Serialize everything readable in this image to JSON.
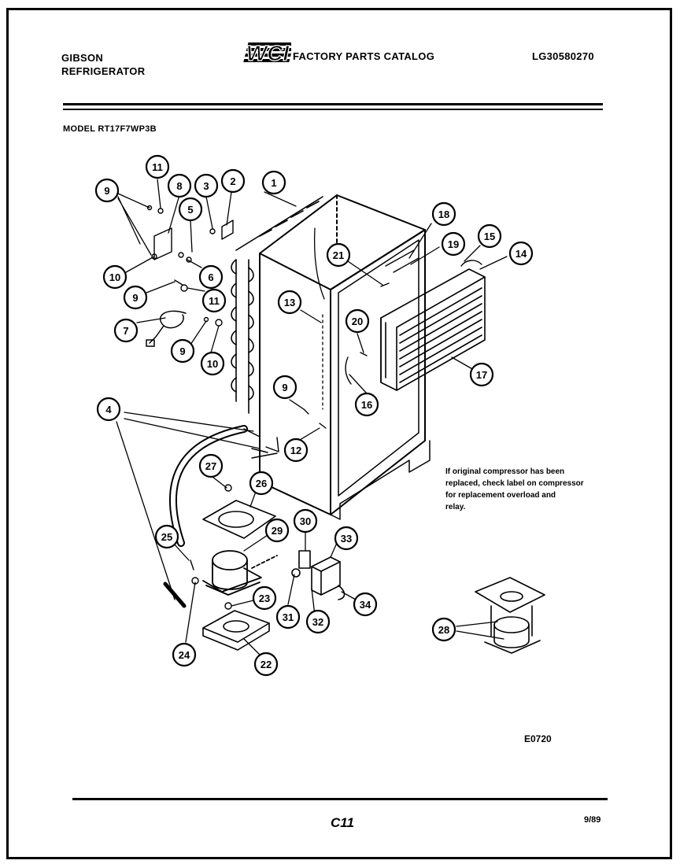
{
  "header": {
    "brand_line1": "GIBSON",
    "brand_line2": "REFRIGERATOR",
    "logo_text": "WCI",
    "catalog_title": "FACTORY PARTS CATALOG",
    "catalog_number": "LG30580270"
  },
  "model_label": "MODEL RT17F7WP3B",
  "note": {
    "line1": "If original compressor has been",
    "line2": "replaced, check label on compressor",
    "line3": "for replacement overload and",
    "line4": "relay."
  },
  "figure_code": "E0720",
  "footer": {
    "page_code": "C11",
    "date": "9/89"
  },
  "callouts": [
    {
      "id": "c11a",
      "label": "11"
    },
    {
      "id": "c8",
      "label": "8"
    },
    {
      "id": "c3",
      "label": "3"
    },
    {
      "id": "c2",
      "label": "2"
    },
    {
      "id": "c1",
      "label": "1"
    },
    {
      "id": "c9a",
      "label": "9"
    },
    {
      "id": "c5",
      "label": "5"
    },
    {
      "id": "c10a",
      "label": "10"
    },
    {
      "id": "c6",
      "label": "6"
    },
    {
      "id": "c9b",
      "label": "9"
    },
    {
      "id": "c11b",
      "label": "11"
    },
    {
      "id": "c7",
      "label": "7"
    },
    {
      "id": "c9c",
      "label": "9"
    },
    {
      "id": "c10b",
      "label": "10"
    },
    {
      "id": "c18",
      "label": "18"
    },
    {
      "id": "c21",
      "label": "21"
    },
    {
      "id": "c19",
      "label": "19"
    },
    {
      "id": "c15",
      "label": "15"
    },
    {
      "id": "c14",
      "label": "14"
    },
    {
      "id": "c13",
      "label": "13"
    },
    {
      "id": "c20",
      "label": "20"
    },
    {
      "id": "c17",
      "label": "17"
    },
    {
      "id": "c16",
      "label": "16"
    },
    {
      "id": "c9d",
      "label": "9"
    },
    {
      "id": "c4",
      "label": "4"
    },
    {
      "id": "c12",
      "label": "12"
    },
    {
      "id": "c27",
      "label": "27"
    },
    {
      "id": "c26",
      "label": "26"
    },
    {
      "id": "c30",
      "label": "30"
    },
    {
      "id": "c33",
      "label": "33"
    },
    {
      "id": "c29",
      "label": "29"
    },
    {
      "id": "c25",
      "label": "25"
    },
    {
      "id": "c23",
      "label": "23"
    },
    {
      "id": "c34",
      "label": "34"
    },
    {
      "id": "c31",
      "label": "31"
    },
    {
      "id": "c32",
      "label": "32"
    },
    {
      "id": "c28",
      "label": "28"
    },
    {
      "id": "c24",
      "label": "24"
    },
    {
      "id": "c22",
      "label": "22"
    }
  ]
}
